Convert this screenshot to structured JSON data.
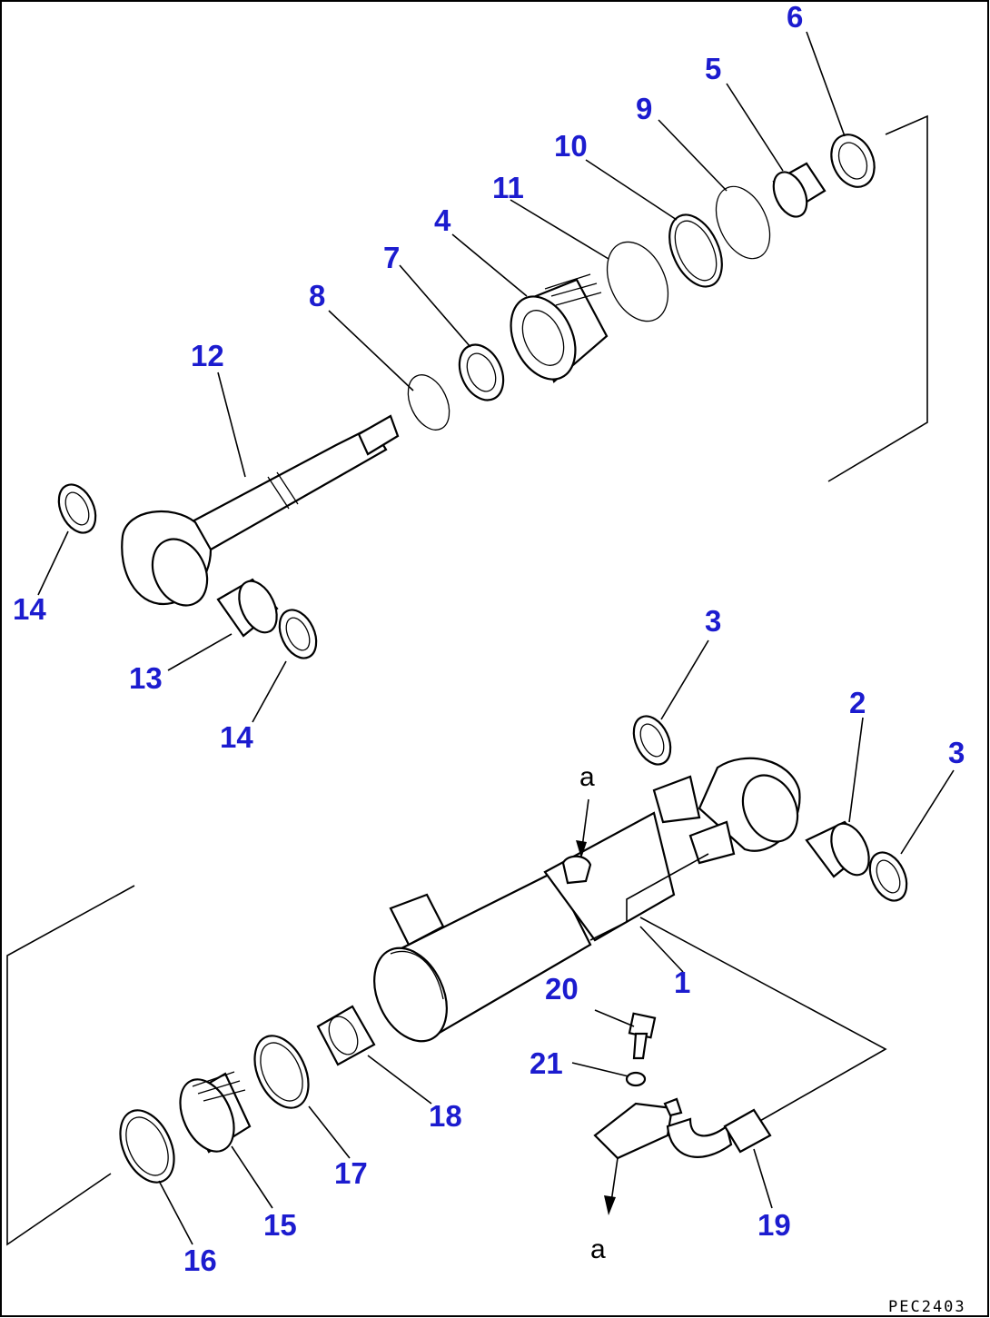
{
  "callouts": [
    {
      "id": "c1",
      "text": "1"
    },
    {
      "id": "c2",
      "text": "2"
    },
    {
      "id": "c3a",
      "text": "3"
    },
    {
      "id": "c3b",
      "text": "3"
    },
    {
      "id": "c4",
      "text": "4"
    },
    {
      "id": "c5",
      "text": "5"
    },
    {
      "id": "c6",
      "text": "6"
    },
    {
      "id": "c7",
      "text": "7"
    },
    {
      "id": "c8",
      "text": "8"
    },
    {
      "id": "c9",
      "text": "9"
    },
    {
      "id": "c10",
      "text": "10"
    },
    {
      "id": "c11",
      "text": "11"
    },
    {
      "id": "c12",
      "text": "12"
    },
    {
      "id": "c13",
      "text": "13"
    },
    {
      "id": "c14a",
      "text": "14"
    },
    {
      "id": "c14b",
      "text": "14"
    },
    {
      "id": "c15",
      "text": "15"
    },
    {
      "id": "c16",
      "text": "16"
    },
    {
      "id": "c17",
      "text": "17"
    },
    {
      "id": "c18",
      "text": "18"
    },
    {
      "id": "c19",
      "text": "19"
    },
    {
      "id": "c20",
      "text": "20"
    },
    {
      "id": "c21",
      "text": "21"
    }
  ],
  "references": {
    "a_top": "a",
    "a_bottom": "a"
  },
  "drawing_code": "PEC2403",
  "colors": {
    "callout": "#1c1ccf",
    "line": "#000000",
    "background": "#ffffff"
  }
}
